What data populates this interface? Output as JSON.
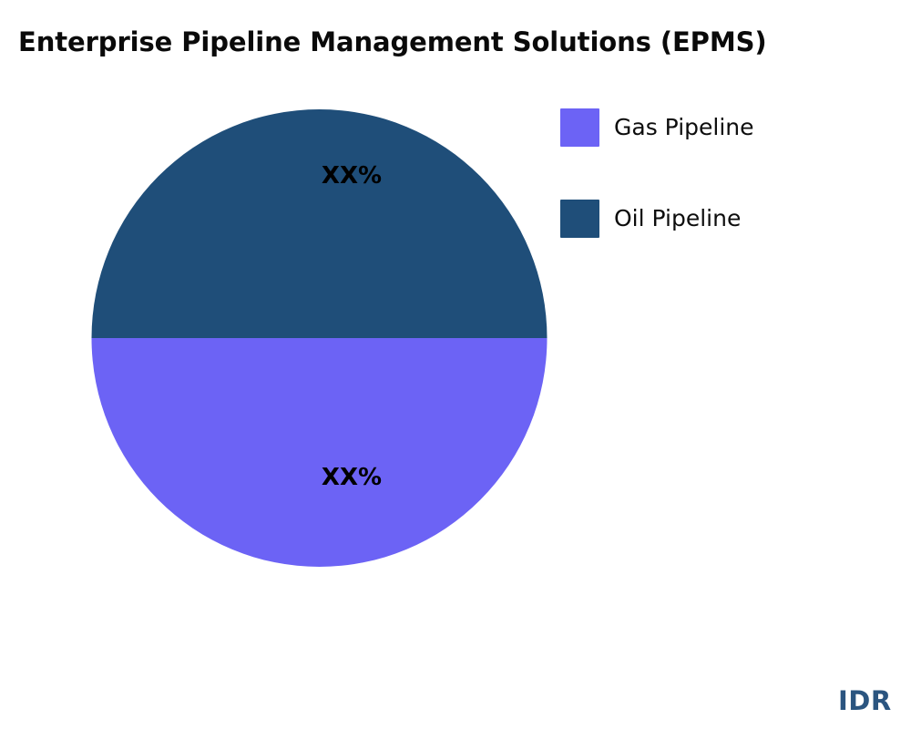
{
  "chart_data": {
    "type": "pie",
    "title": "Enterprise Pipeline Management Solutions (EPMS)",
    "subtitle": "",
    "xlabel": "",
    "ylabel": "",
    "categories": [
      "Gas Pipeline",
      "Oil Pipeline"
    ],
    "values": [
      50,
      50
    ],
    "slice_labels": [
      "XX%",
      "XX%"
    ],
    "colors": [
      "#6c63f5",
      "#1f4e79"
    ],
    "legend_position": "right",
    "grid": false,
    "start_angle_deg": 0,
    "direction": "counterclockwise",
    "slices": [
      {
        "name": "Gas Pipeline",
        "value": 50,
        "label": "XX%",
        "color": "#6c63f5",
        "position": "bottom"
      },
      {
        "name": "Oil Pipeline",
        "value": 50,
        "label": "XX%",
        "color": "#1f4e79",
        "position": "top"
      }
    ]
  },
  "title": {
    "text": "Enterprise Pipeline Management Solutions (EPMS)"
  },
  "legend": {
    "items": [
      {
        "label": "Gas Pipeline",
        "color": "#6c63f5"
      },
      {
        "label": "Oil Pipeline",
        "color": "#1f4e79"
      }
    ]
  },
  "watermark": {
    "text": "IDR",
    "color": "#2b5580"
  },
  "colors": {
    "gas": "#6c63f5",
    "oil": "#1f4e79",
    "background": "#ffffff",
    "text": "#000000",
    "watermark": "#2b5580"
  }
}
